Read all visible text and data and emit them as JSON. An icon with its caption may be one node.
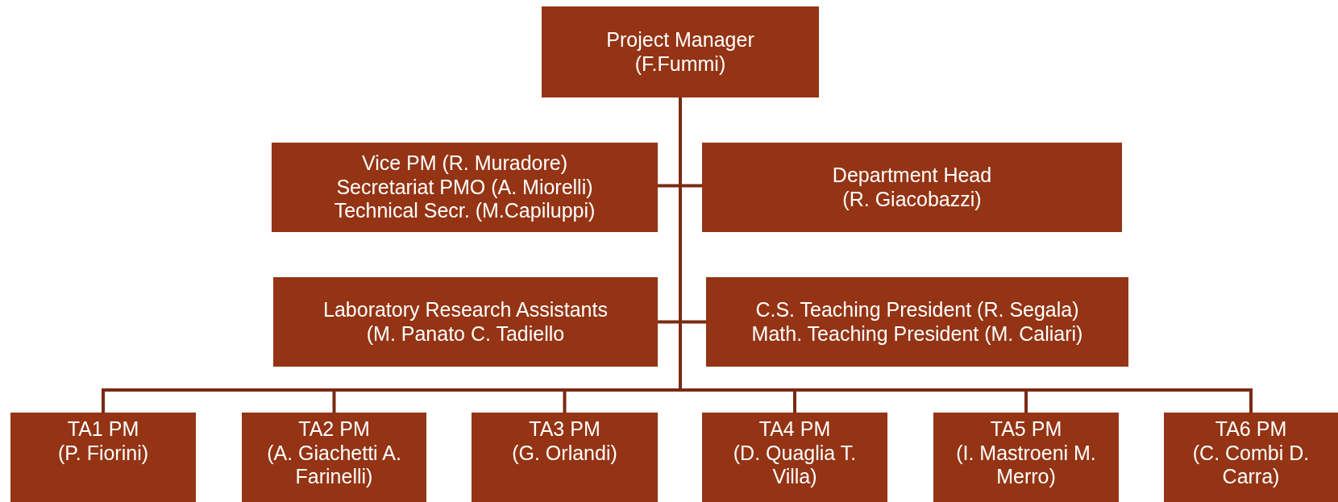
{
  "diagram": {
    "nodes": [
      {
        "text": [
          "Project Manager",
          "(F.Fummi)"
        ]
      },
      {
        "text": [
          "Vice PM (R. Muradore)",
          "Secretariat PMO (A. Miorelli)",
          "Technical Secr. (M.Capiluppi)"
        ]
      },
      {
        "text": [
          "Department Head",
          "(R. Giacobazzi)"
        ]
      },
      {
        "text": [
          "Laboratory Research Assistants",
          "(M. Panato C. Tadiello"
        ]
      },
      {
        "text": [
          "C.S. Teaching President (R. Segala)",
          "Math. Teaching President (M. Caliari)"
        ]
      },
      {
        "text": [
          "TA1 PM",
          "(P. Fiorini)"
        ]
      },
      {
        "text": [
          "TA2 PM",
          "(A. Giachetti A. Farinelli)"
        ]
      },
      {
        "text": [
          "TA3 PM",
          "(G. Orlandi)"
        ]
      },
      {
        "text": [
          "TA4 PM",
          "(D. Quaglia T. Villa)"
        ]
      },
      {
        "text": [
          "TA5 PM",
          "(I. Mastroeni M. Merro)"
        ]
      },
      {
        "text": [
          "TA6 PM",
          "(C. Combi D. Carra)"
        ]
      }
    ],
    "edges": [
      {
        "from": 0,
        "to": 1,
        "arrow": "none"
      },
      {
        "from": 0,
        "to": 2,
        "arrow": "none"
      },
      {
        "from": 0,
        "to": 3,
        "arrow": "none"
      },
      {
        "from": 0,
        "to": 4,
        "arrow": "none"
      },
      {
        "from": 0,
        "to": 5,
        "arrow": "none"
      },
      {
        "from": 0,
        "to": 6,
        "arrow": "none"
      },
      {
        "from": 0,
        "to": 7,
        "arrow": "none"
      },
      {
        "from": 0,
        "to": 8,
        "arrow": "none"
      },
      {
        "from": 0,
        "to": 9,
        "arrow": "none"
      },
      {
        "from": 0,
        "to": 10,
        "arrow": "none"
      }
    ]
  }
}
